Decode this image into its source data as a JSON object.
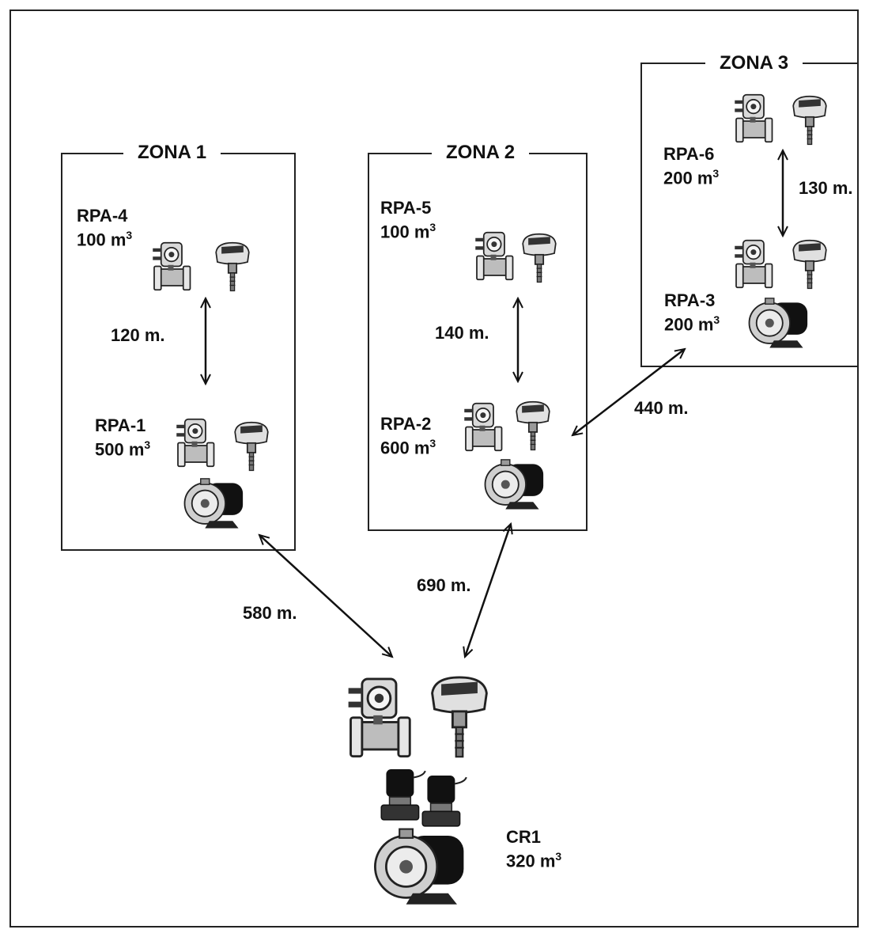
{
  "zones": [
    {
      "title": "ZONA 1"
    },
    {
      "title": "ZONA 2"
    },
    {
      "title": "ZONA 3"
    }
  ],
  "stations": {
    "rpa4": {
      "name": "RPA-4",
      "volume": "100 m",
      "unit_sup": "3"
    },
    "rpa1": {
      "name": "RPA-1",
      "volume": "500 m",
      "unit_sup": "3"
    },
    "rpa5": {
      "name": "RPA-5",
      "volume": "100 m",
      "unit_sup": "3"
    },
    "rpa2": {
      "name": "RPA-2",
      "volume": "600 m",
      "unit_sup": "3"
    },
    "rpa6": {
      "name": "RPA-6",
      "volume": "200 m",
      "unit_sup": "3"
    },
    "rpa3": {
      "name": "RPA-3",
      "volume": "200 m",
      "unit_sup": "3"
    },
    "cr1": {
      "name": "CR1",
      "volume": "320 m",
      "unit_sup": "3"
    }
  },
  "distances": {
    "d_rpa4_rpa1": "120 m.",
    "d_rpa5_rpa2": "140 m.",
    "d_rpa6_rpa3": "130 m.",
    "d_rpa2_rpa3": "440 m.",
    "d_rpa1_cr1": "580 m.",
    "d_rpa2_cr1": "690 m."
  },
  "icons": {
    "flowmeter": "flowmeter-icon",
    "level_transmitter": "level-transmitter-icon",
    "pump": "pump-icon",
    "valve": "solenoid-valve-icon"
  }
}
